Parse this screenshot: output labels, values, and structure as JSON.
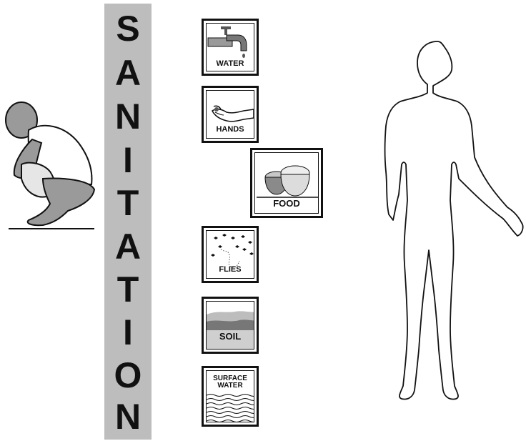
{
  "banner": {
    "letters": [
      "S",
      "A",
      "N",
      "I",
      "T",
      "A",
      "T",
      "I",
      "O",
      "N"
    ],
    "color": "#bdbdbd"
  },
  "figures": {
    "left": "squatting-person",
    "right": "standing-person-outline"
  },
  "boxes": {
    "water": "WATER",
    "hands": "HANDS",
    "food": "FOOD",
    "flies": "FLIES",
    "soil": "SOIL",
    "surface_water_line1": "SURFACE",
    "surface_water_line2": "WATER"
  }
}
